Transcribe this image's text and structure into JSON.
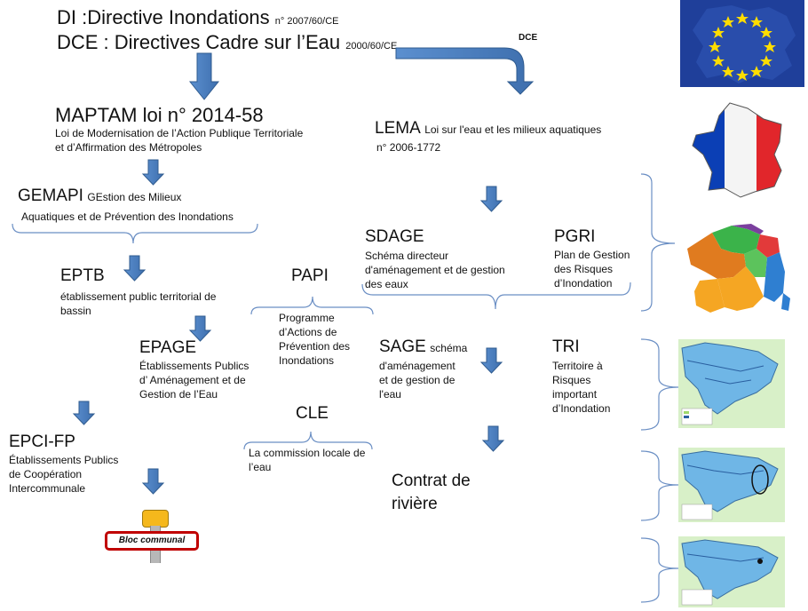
{
  "header": {
    "di_title": "DI :Directive Inondations",
    "di_ref": "n° 2007/60/CE",
    "dce_title": "DCE : Directives Cadre sur l’Eau",
    "dce_ref": "2000/60/CE",
    "dce_arrow_label": "DCE"
  },
  "maptam": {
    "title": "MAPTAM loi n° 2014-58",
    "desc_line1": "Loi de Modernisation de l’Action Publique Territoriale",
    "desc_line2": "et d’Affirmation des Métropoles"
  },
  "gemapi": {
    "title": "GEMAPI",
    "desc_line1": "GEstion des Milieux",
    "desc_line2": "Aquatiques et de Prévention des Inondations"
  },
  "eptb": {
    "title": "EPTB",
    "desc_line1": "établissement public territorial de",
    "desc_line2": "bassin"
  },
  "epage": {
    "title": "EPAGE",
    "desc_line1": "Établissements Publics",
    "desc_line2": "d’ Aménagement et de",
    "desc_line3": "Gestion de l’Eau"
  },
  "epci": {
    "title": "EPCI-FP",
    "desc_line1": "Établissements Publics",
    "desc_line2": "de Coopération",
    "desc_line3": "Intercommunale"
  },
  "bloc": {
    "label": "Bloc communal"
  },
  "papi": {
    "title": "PAPI",
    "desc_line1": "Programme",
    "desc_line2": "d’Actions de",
    "desc_line3": "Prévention des",
    "desc_line4": "Inondations"
  },
  "cle": {
    "title": "CLE",
    "desc_line1": "La commission  locale de",
    "desc_line2": "l’eau"
  },
  "lema": {
    "title": "LEMA",
    "desc_line1": "Loi sur l'eau et les milieux aquatiques",
    "desc_line2": "n° 2006-1772"
  },
  "sdage": {
    "title": "SDAGE",
    "desc_line1": "Schéma directeur",
    "desc_line2": "d'aménagement et de gestion",
    "desc_line3": "des eaux"
  },
  "pgri": {
    "title": "PGRI",
    "desc_line1": "Plan de Gestion",
    "desc_line2": "des Risques",
    "desc_line3": "d’Inondation"
  },
  "sage": {
    "title": "SAGE",
    "desc_inline": "schéma",
    "desc_line2": "d'aménagement",
    "desc_line3": "et de gestion de",
    "desc_line4": "l'eau"
  },
  "tri": {
    "title": "TRI",
    "desc_line1": "Territoire à",
    "desc_line2": "Risques",
    "desc_line3": "important",
    "desc_line4": "d’Inondation"
  },
  "contrat": {
    "line1": "Contrat de",
    "line2": "rivière"
  },
  "colors": {
    "arrow_fill": "#4a7ebb",
    "arrow_stroke": "#2f5b8f",
    "brace": "#6b8fc4",
    "eu_blue": "#1f3f9a",
    "eu_star": "#ffdd00",
    "fr_blue": "#0b3fb5",
    "fr_red": "#e1262b",
    "bloc_red": "#c00000"
  }
}
